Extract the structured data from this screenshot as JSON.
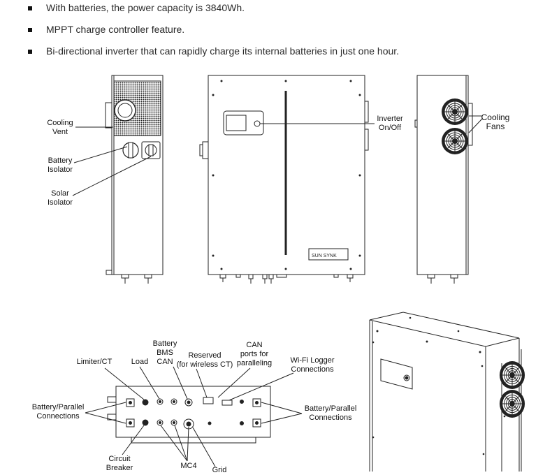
{
  "bullets": [
    "With batteries, the power capacity is 3840Wh.",
    "MPPT charge controller feature.",
    "Bi-directional inverter that can rapidly charge its internal batteries in just one hour."
  ],
  "side_view_labels": {
    "cooling_vent": [
      "Cooling",
      "Vent"
    ],
    "battery_isolator": [
      "Battery",
      "Isolator"
    ],
    "solar_isolator": [
      "Solar",
      "Isolator"
    ]
  },
  "front_view_labels": {
    "inverter_onoff": [
      "Inverter",
      "On/Off"
    ],
    "brand": "SUN SYNK"
  },
  "right_view_labels": {
    "cooling_fans": [
      "Cooling",
      "Fans"
    ]
  },
  "bottom_view_labels": {
    "limiter_ct": "Limiter/CT",
    "load": "Load",
    "battery_bms_can": [
      "Battery",
      "BMS",
      "CAN"
    ],
    "reserved": [
      "Reserved",
      "(for wireless CT)"
    ],
    "can_ports": [
      "CAN",
      "ports for",
      "paralleling"
    ],
    "wifi_logger": [
      "Wi-Fi Logger",
      "Connections"
    ],
    "battery_parallel_left": [
      "Battery/Parallel",
      "Connections"
    ],
    "battery_parallel_right": [
      "Battery/Parallel",
      "Connections"
    ],
    "circuit_breaker": [
      "Circuit",
      "Breaker"
    ],
    "mc4": "MC4",
    "grid": "Grid"
  }
}
